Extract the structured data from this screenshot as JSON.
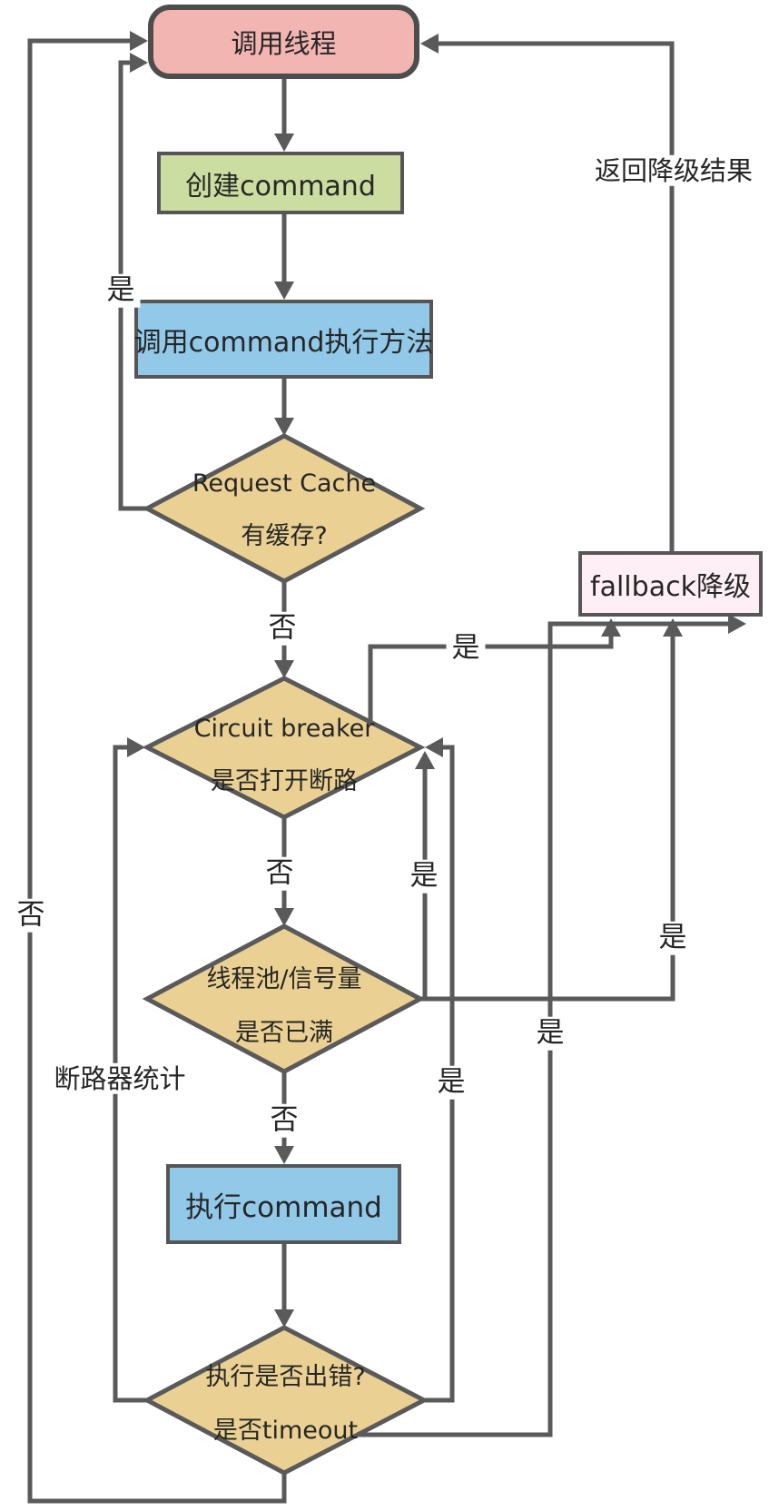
{
  "nodes": {
    "caller": {
      "label": "调用线程"
    },
    "create_command": {
      "label": "创建command"
    },
    "invoke_command": {
      "label": "调用command执行方法"
    },
    "request_cache": {
      "line1": "Request Cache",
      "line2": "有缓存?"
    },
    "circuit_breaker": {
      "line1": "Circuit breaker",
      "line2": "是否打开断路"
    },
    "thread_pool": {
      "line1": "线程池/信号量",
      "line2": "是否已满"
    },
    "execute_command": {
      "label": "执行command"
    },
    "execute_error": {
      "line1": "执行是否出错?",
      "line2": "是否timeout"
    },
    "fallback": {
      "label": "fallback降级"
    }
  },
  "labels": {
    "yes": "是",
    "no": "否",
    "breaker_stats": "断路器统计",
    "return_result": "返回降级结果"
  },
  "colors": {
    "caller_fill": "#f3b5b2",
    "caller_border": "#4d4d4d",
    "create_fill": "#cbdda0",
    "blue_fill": "#92c9e9",
    "diamond_fill": "#ead193",
    "fallback_fill": "#fdeff5",
    "box_border": "#565656",
    "line": "#5a5a5a",
    "text": "#262626",
    "label_bg": "#ffffff"
  }
}
